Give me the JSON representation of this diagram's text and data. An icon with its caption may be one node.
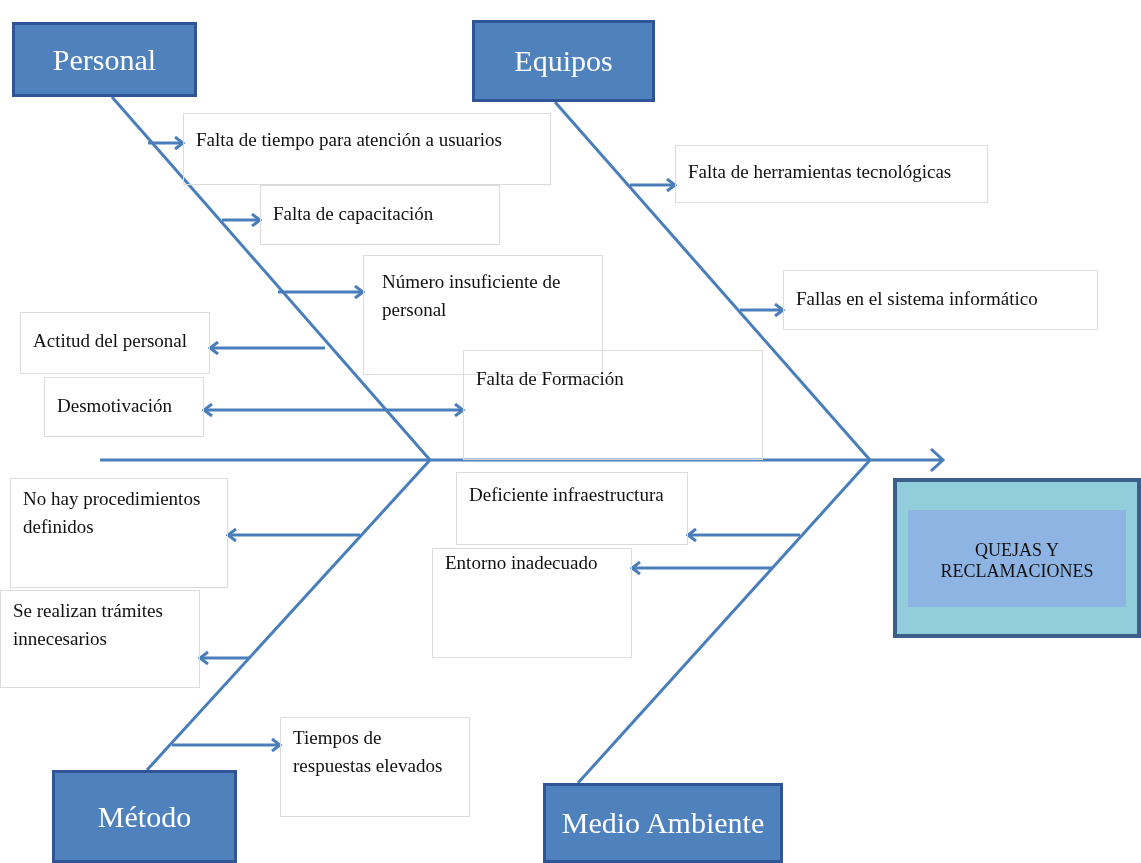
{
  "diagram": {
    "nodes": [
      {
        "text": [
          "Personal"
        ]
      },
      {
        "text": [
          "Equipos"
        ]
      },
      {
        "text": [
          "Método"
        ]
      },
      {
        "text": [
          "Medio Ambiente"
        ]
      },
      {
        "text": [
          "QUEJAS Y RECLAMACIONES"
        ]
      },
      {
        "text": [
          "Falta de tiempo para atención a usuarios"
        ]
      },
      {
        "text": [
          "Falta de capacitación"
        ]
      },
      {
        "text": [
          "Número insuficiente de personal"
        ]
      },
      {
        "text": [
          "Actitud del personal"
        ]
      },
      {
        "text": [
          "Desmotivación"
        ]
      },
      {
        "text": [
          "Falta de Formación"
        ]
      },
      {
        "text": [
          "Falta de herramientas tecnológicas"
        ]
      },
      {
        "text": [
          "Fallas en el sistema informático"
        ]
      },
      {
        "text": [
          "No hay procedimientos definidos"
        ]
      },
      {
        "text": [
          "Se realizan trámites innecesarios"
        ]
      },
      {
        "text": [
          "Tiempos de respuestas elevados"
        ]
      },
      {
        "text": [
          "Deficiente infraestructura"
        ]
      },
      {
        "text": [
          "Entorno inadecuado"
        ]
      },
      {
        "text": [],
        "shape": "bar"
      }
    ],
    "edges": [
      {
        "from": null,
        "to": 5,
        "arrow": "to"
      },
      {
        "from": null,
        "to": 6,
        "arrow": "to"
      },
      {
        "from": null,
        "to": 7,
        "arrow": "to"
      },
      {
        "from": null,
        "to": 8,
        "arrow": "to"
      },
      {
        "from": 9,
        "to": 10,
        "arrow": "both"
      },
      {
        "from": null,
        "to": 11,
        "arrow": "to"
      },
      {
        "from": null,
        "to": 12,
        "arrow": "to"
      },
      {
        "from": null,
        "to": 13,
        "arrow": "to"
      },
      {
        "from": null,
        "to": 14,
        "arrow": "to"
      },
      {
        "from": null,
        "to": 15,
        "arrow": "to"
      },
      {
        "from": null,
        "to": 16,
        "arrow": "to"
      },
      {
        "from": null,
        "to": 17,
        "arrow": "to"
      },
      {
        "from": 0,
        "to": 18,
        "arrow": "none"
      },
      {
        "from": 1,
        "to": 18,
        "arrow": "none"
      },
      {
        "from": 2,
        "to": 18,
        "arrow": "none"
      },
      {
        "from": 3,
        "to": 18,
        "arrow": "none"
      }
    ]
  }
}
